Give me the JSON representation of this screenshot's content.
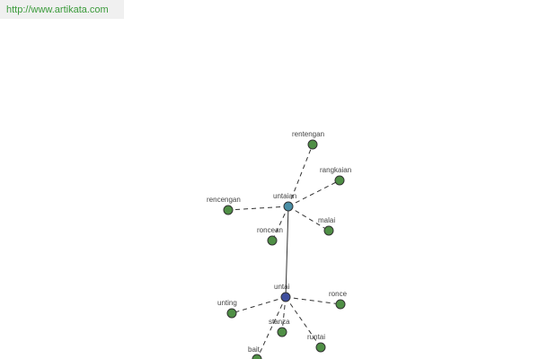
{
  "source": {
    "url_text": "http://www.artikata.com",
    "color": "#3a9a3a"
  },
  "graph": {
    "colors": {
      "leaf": "#4f8f45",
      "hub_untaian": "#4a8fa6",
      "hub_untai": "#3f4f9e"
    },
    "nodes": [
      {
        "id": "untai",
        "label": "untai",
        "kind": "hub_untai"
      },
      {
        "id": "untaian",
        "label": "untaian",
        "kind": "hub_untaian"
      },
      {
        "id": "rentengan",
        "label": "rentengan",
        "kind": "leaf"
      },
      {
        "id": "rangkaian",
        "label": "rangkaian",
        "kind": "leaf"
      },
      {
        "id": "rencengan",
        "label": "rencengan",
        "kind": "leaf"
      },
      {
        "id": "malai",
        "label": "malai",
        "kind": "leaf"
      },
      {
        "id": "roncean",
        "label": "roncean",
        "kind": "leaf"
      },
      {
        "id": "unting",
        "label": "unting",
        "kind": "leaf"
      },
      {
        "id": "ronce",
        "label": "ronce",
        "kind": "leaf"
      },
      {
        "id": "stanza",
        "label": "stanza",
        "kind": "leaf"
      },
      {
        "id": "runtai",
        "label": "runtai",
        "kind": "leaf"
      },
      {
        "id": "bait",
        "label": "bait",
        "kind": "leaf"
      }
    ],
    "edges": [
      {
        "from": "untai",
        "to": "untaian",
        "style": "solid"
      },
      {
        "from": "untaian",
        "to": "rentengan",
        "style": "dashed"
      },
      {
        "from": "untaian",
        "to": "rangkaian",
        "style": "dashed"
      },
      {
        "from": "untaian",
        "to": "rencengan",
        "style": "dashed"
      },
      {
        "from": "untaian",
        "to": "malai",
        "style": "dashed"
      },
      {
        "from": "untaian",
        "to": "roncean",
        "style": "dashed"
      },
      {
        "from": "untai",
        "to": "unting",
        "style": "dashed"
      },
      {
        "from": "untai",
        "to": "ronce",
        "style": "dashed"
      },
      {
        "from": "untai",
        "to": "stanza",
        "style": "dashed"
      },
      {
        "from": "untai",
        "to": "runtai",
        "style": "dashed"
      },
      {
        "from": "untai",
        "to": "bait",
        "style": "dashed"
      }
    ]
  }
}
